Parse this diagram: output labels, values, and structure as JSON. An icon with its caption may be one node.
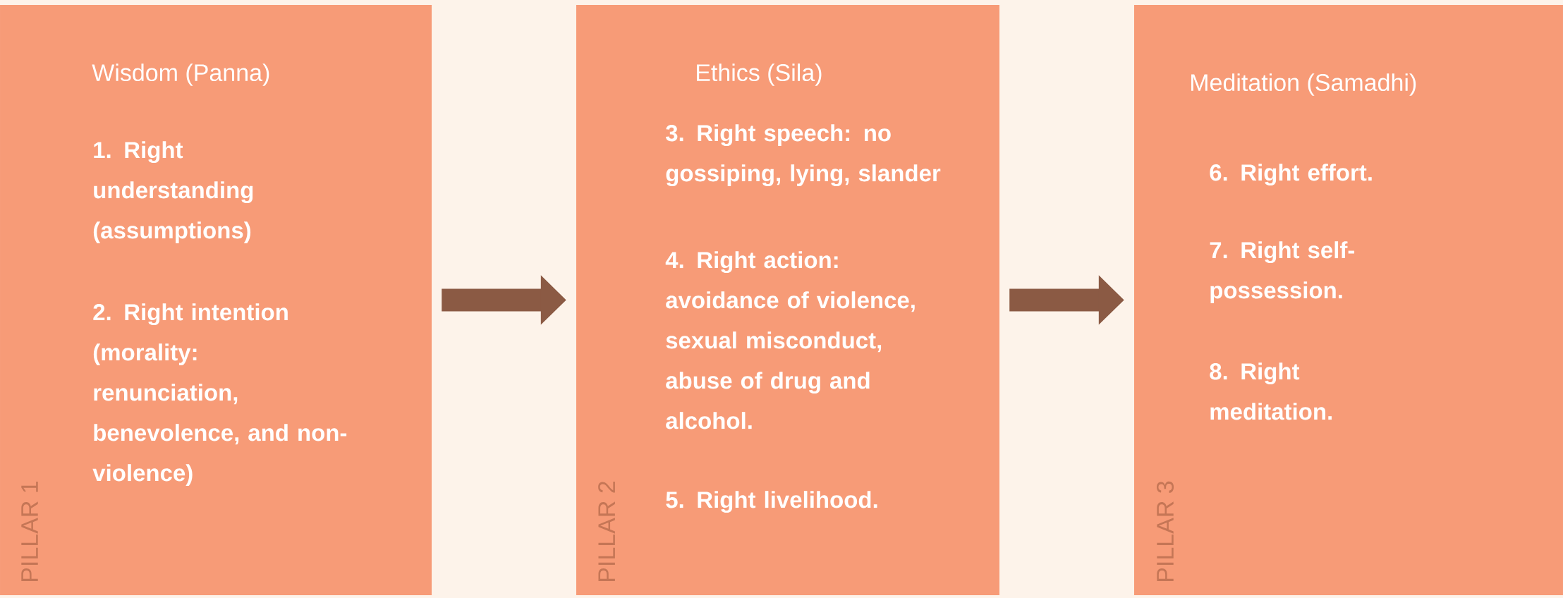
{
  "diagram": {
    "nodes": [
      {
        "text": [
          "Wisdom (Panna)",
          "1. Right understanding (assumptions)",
          "2. Right intention (morality: renunciation, benevolence, and non-violence)",
          "PILLAR 1"
        ]
      },
      {
        "text": [
          "Ethics (Sila)",
          "3. Right speech: no gossiping, lying, slander",
          "4. Right action: avoidance of violence, sexual misconduct, abuse of drug and alcohol.",
          "5. Right livelihood.",
          "PILLAR 2"
        ]
      },
      {
        "text": [
          "Meditation (Samadhi)",
          "6. Right effort.",
          "7. Right self-possession.",
          "8. Right meditation.",
          "PILLAR 3"
        ]
      }
    ],
    "edges": [
      {
        "from": 0,
        "to": 1,
        "arrow": "to"
      },
      {
        "from": 1,
        "to": 2,
        "arrow": "to"
      }
    ]
  }
}
